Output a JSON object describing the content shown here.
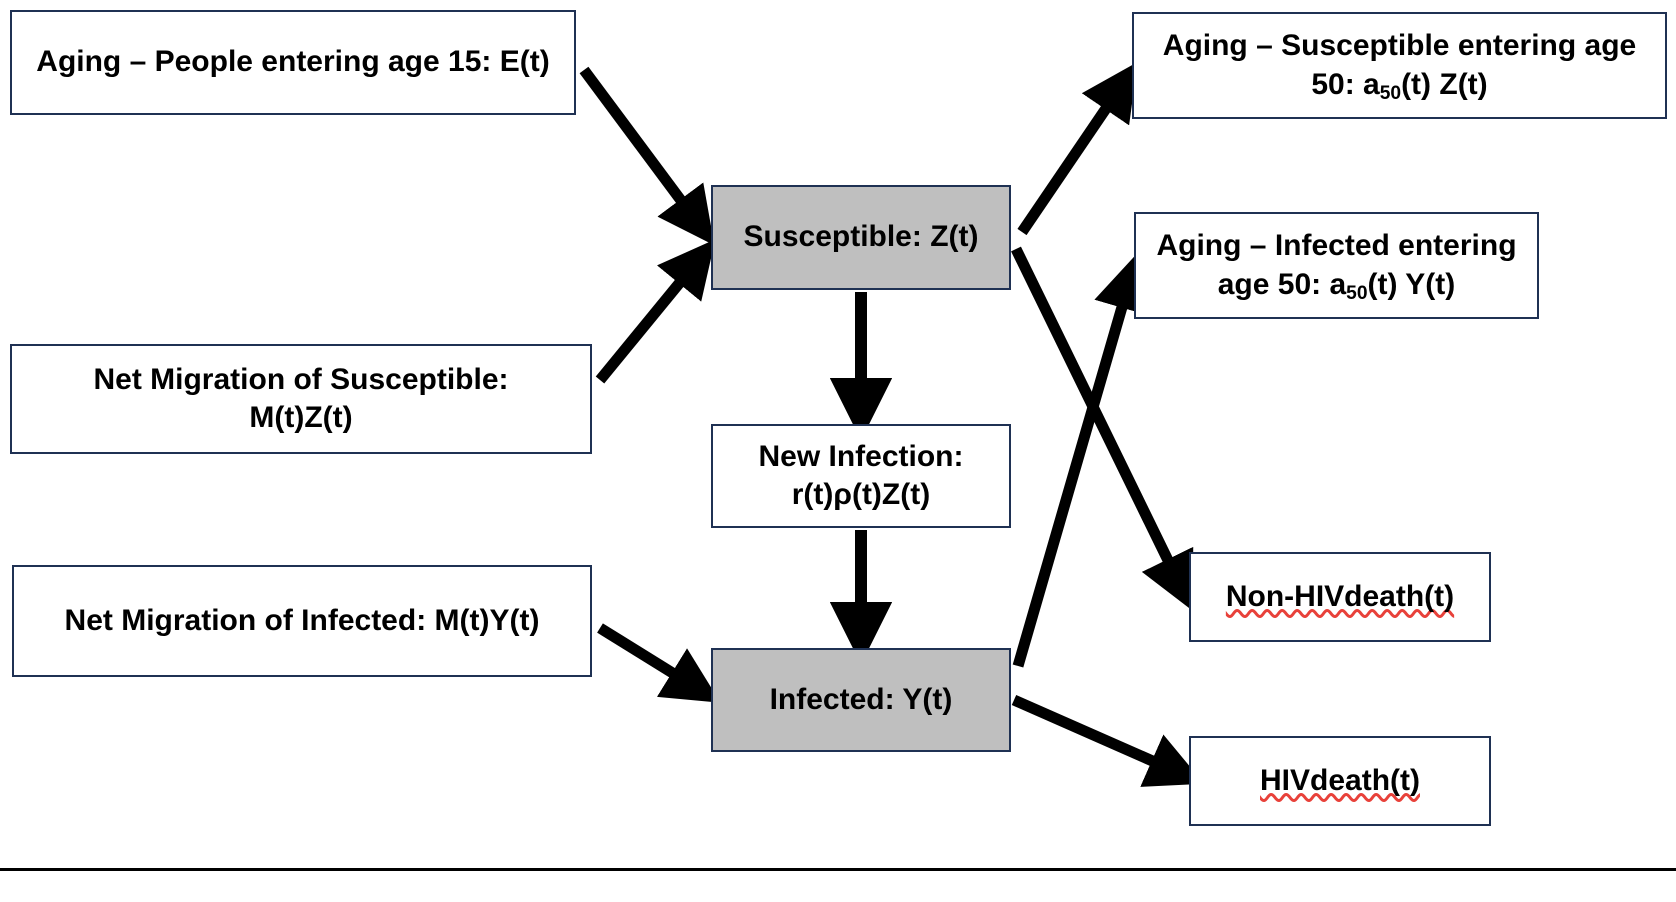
{
  "diagram": {
    "title": "HIV compartmental flow diagram",
    "colors": {
      "box_border": "#1f3153",
      "state_fill": "#bfbfbf",
      "source_fill": "#ffffff",
      "arrow": "#000000",
      "text": "#000000",
      "spellcheck_underline": "#e8413a"
    },
    "nodes": [
      {
        "id": "aging-in",
        "label": "Aging – People entering age 15: E(t)",
        "kind": "source",
        "fill": "#ffffff"
      },
      {
        "id": "migration-susceptible",
        "label": "Net Migration of Susceptible:\nM(t)Z(t)",
        "kind": "source",
        "fill": "#ffffff"
      },
      {
        "id": "migration-infected",
        "label": "Net Migration of Infected: M(t)Y(t)",
        "kind": "source",
        "fill": "#ffffff"
      },
      {
        "id": "susceptible",
        "label": "Susceptible: Z(t)",
        "kind": "state",
        "fill": "#bfbfbf"
      },
      {
        "id": "new-infection",
        "label": "New Infection:\nr(t)ρ(t)Z(t)",
        "kind": "process",
        "fill": "#ffffff"
      },
      {
        "id": "infected",
        "label": "Infected: Y(t)",
        "kind": "state",
        "fill": "#bfbfbf"
      },
      {
        "id": "aging-susceptible-out",
        "label_pre": "Aging – Susceptible entering age 50: a",
        "label_sub": "50",
        "label_post": "(t) Z(t)",
        "kind": "sink",
        "fill": "#ffffff"
      },
      {
        "id": "aging-infected-out",
        "label_pre": "Aging – Infected entering age 50: a",
        "label_sub": "50",
        "label_post": "(t) Y(t)",
        "kind": "sink",
        "fill": "#ffffff"
      },
      {
        "id": "non-hiv-death",
        "label": "Non-HIVdeath(t)",
        "kind": "sink",
        "fill": "#ffffff",
        "spellcheck_flagged": true
      },
      {
        "id": "hiv-death",
        "label": "HIVdeath(t)",
        "kind": "sink",
        "fill": "#ffffff",
        "spellcheck_flagged": true
      }
    ],
    "edges": [
      {
        "from": "aging-in",
        "to": "susceptible",
        "label": ""
      },
      {
        "from": "migration-susceptible",
        "to": "susceptible",
        "label": ""
      },
      {
        "from": "susceptible",
        "to": "new-infection",
        "label": ""
      },
      {
        "from": "new-infection",
        "to": "infected",
        "label": ""
      },
      {
        "from": "migration-infected",
        "to": "infected",
        "label": ""
      },
      {
        "from": "susceptible",
        "to": "aging-susceptible-out",
        "label": ""
      },
      {
        "from": "susceptible",
        "to": "non-hiv-death",
        "label": ""
      },
      {
        "from": "infected",
        "to": "aging-infected-out",
        "label": ""
      },
      {
        "from": "infected",
        "to": "hiv-death",
        "label": ""
      }
    ]
  }
}
